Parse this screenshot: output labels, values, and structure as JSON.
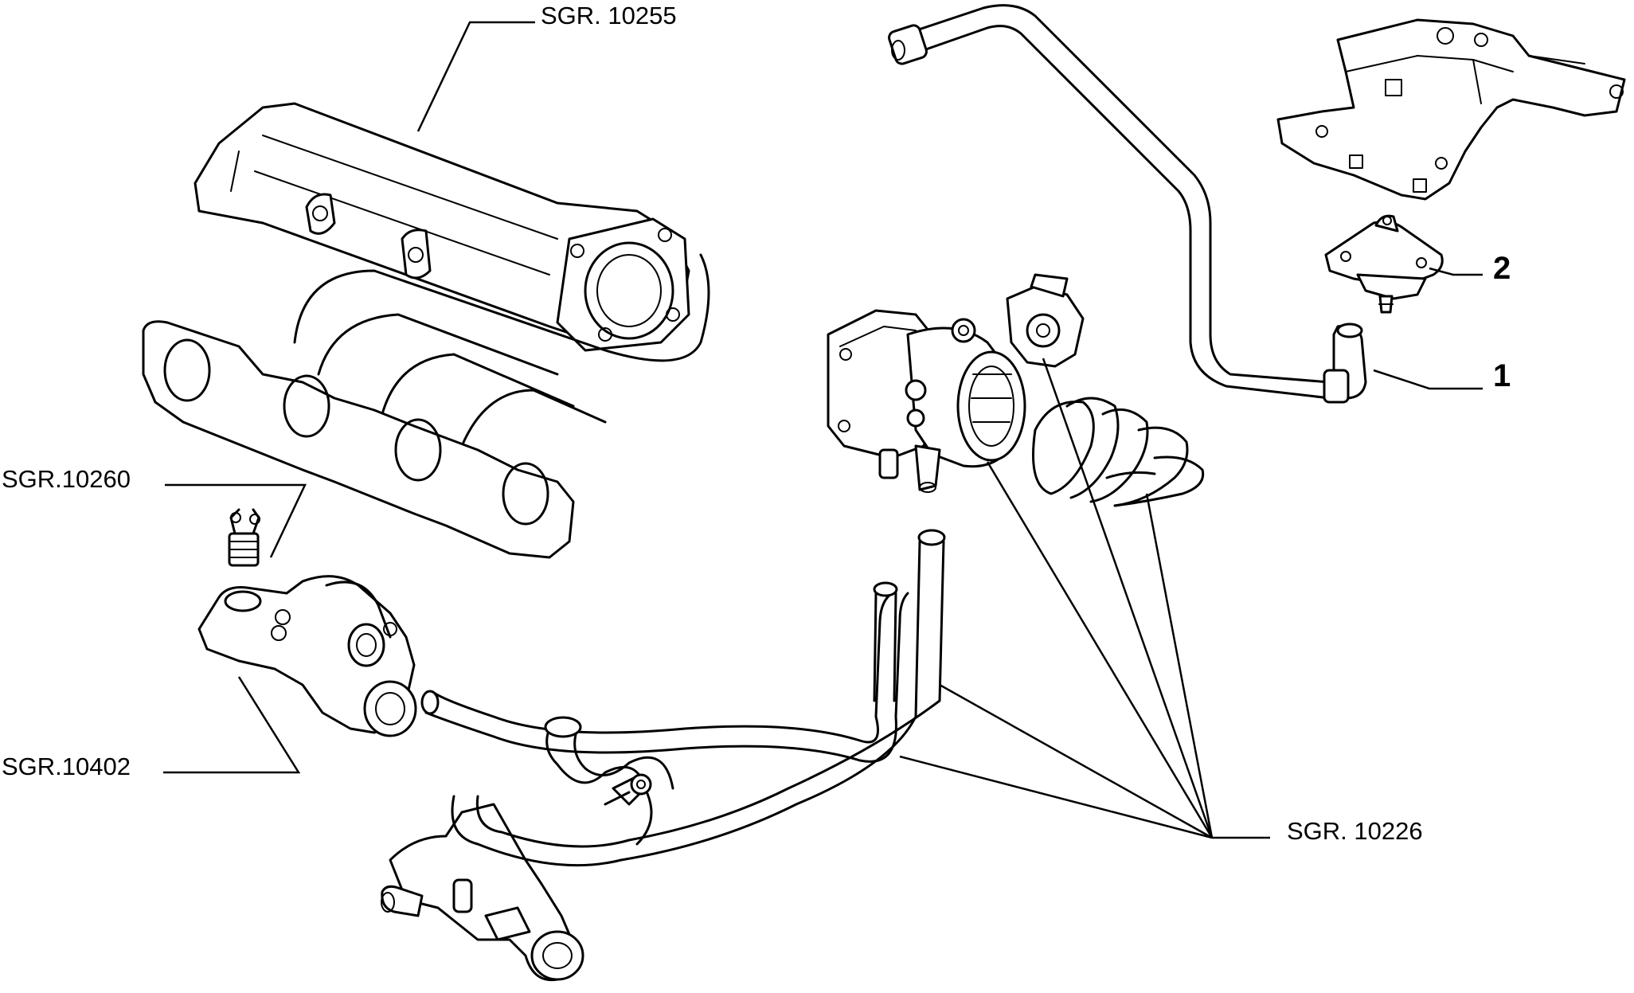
{
  "labels": {
    "sgr_10255": "SGR. 10255",
    "sgr_10260": "SGR.10260",
    "sgr_10402": "SGR.10402",
    "sgr_10226": "SGR. 10226",
    "item_1": "1",
    "item_2": "2"
  },
  "parts": {
    "intake_manifold": "intake manifold",
    "temperature_sender": "temperature sender",
    "thermostat_housing": "thermostat housing",
    "coolant_hoses": "coolant hoses",
    "water_outlet": "water outlet",
    "throttle_body": "throttle body",
    "throttle_position_sensor": "throttle position sensor",
    "air_intake_bellows": "air intake bellows",
    "vacuum_pipe": "vacuum pipe",
    "mounting_bracket": "mounting bracket",
    "vacuum_valve": "vacuum valve"
  }
}
